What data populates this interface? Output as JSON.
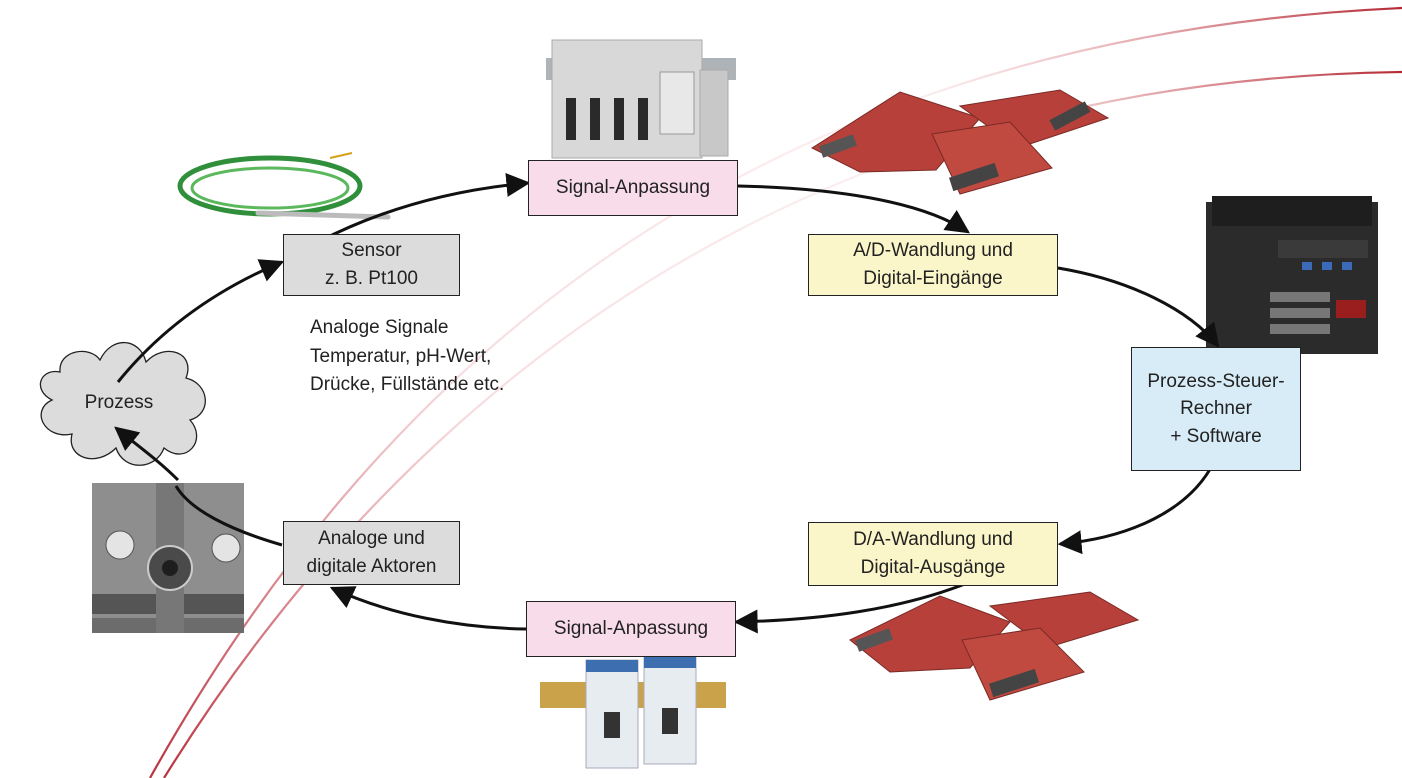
{
  "nodes": {
    "prozess": "Prozess",
    "sensor": "Sensor\nz. B. Pt100",
    "signal_in": "Signal-Anpassung",
    "ad": "A/D-Wandlung und\nDigital-Eingänge",
    "rechner": "Prozess-Steuer-\nRechner\n+ Software",
    "da": "D/A-Wandlung und\nDigital-Ausgänge",
    "signal_out": "Signal-Anpassung",
    "aktoren": "Analoge und\ndigitale Aktoren"
  },
  "note": {
    "line1": "Analoge Signale",
    "line2": "Temperatur, pH-Wert,",
    "line3": "Drücke, Füllstände etc."
  },
  "colors": {
    "sensor_box": "#dcdcdc",
    "signal_box": "#f8dcea",
    "converter_box": "#fbf6c9",
    "computer_box": "#d8ecf7",
    "accent_lines": "#b01c28"
  }
}
